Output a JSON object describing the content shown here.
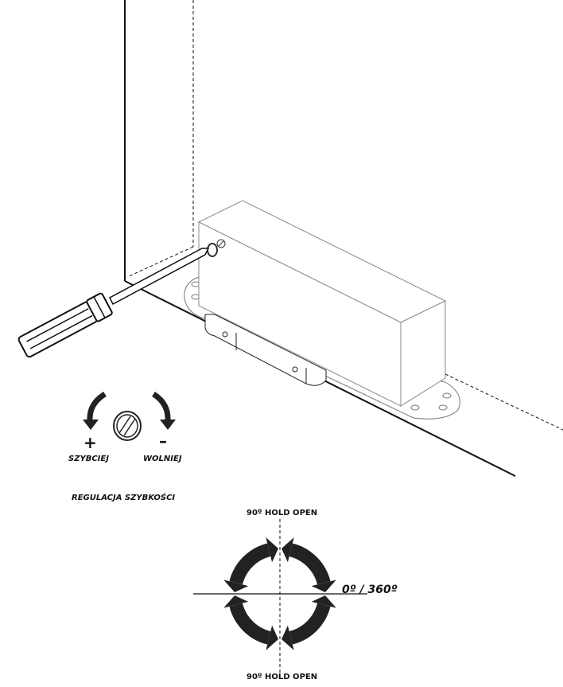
{
  "adjustment": {
    "faster_sign": "+",
    "slower_sign": "–",
    "faster_label": "SZYBCIEJ",
    "slower_label": "WOLNIEJ",
    "title": "REGULACJA SZYBKOŚCI"
  },
  "hold_open": {
    "top_label": "90º HOLD OPEN",
    "bottom_label": "90º HOLD OPEN",
    "zero_label": "0º / 360º"
  }
}
